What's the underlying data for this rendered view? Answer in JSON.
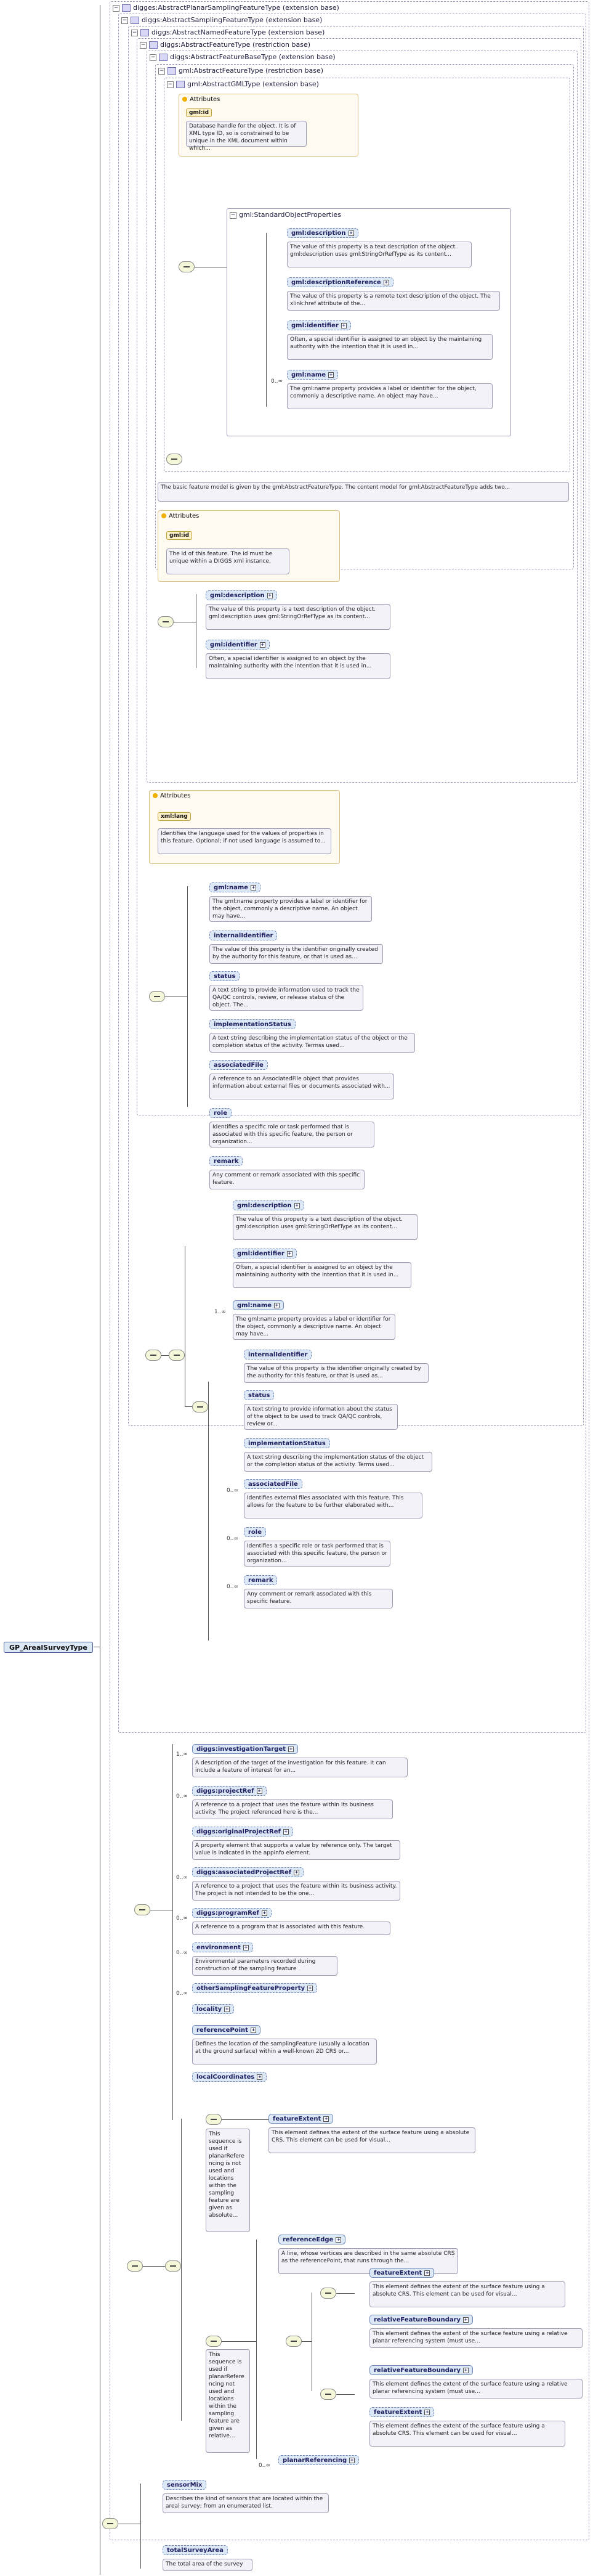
{
  "root": {
    "name": "GP_ArealSurveyType"
  },
  "containers": [
    "digges:AbstractPlanarSamplingFeatureType (extension base)",
    "diggs:AbstractSamplingFeatureType (extension base)",
    "diggs:AbstractNamedFeatureType (extension base)",
    "diggs:AbstractFeatureType (restriction base)",
    "diggs:AbstractFeatureBaseType (extension base)",
    "gml:AbstractFeatureType (restriction base)",
    "gml:AbstractGMLType (extension base)"
  ],
  "gml": {
    "attrs_label": "Attributes",
    "id": "gml:id",
    "id_desc": "Database handle for the object. It is of XML type ID, so is constrained to be unique in the XML document within which...",
    "group": "gml:StandardObjectProperties",
    "items": [
      {
        "name": "gml:description",
        "desc": "The value of this property is a text description of the object. gml:description uses gml:StringOrRefType as its content..."
      },
      {
        "name": "gml:descriptionReference",
        "desc": "The value of this property is a remote text description of the object. The xlink:href attribute of the..."
      },
      {
        "name": "gml:identifier",
        "desc": "Often, a special identifier is assigned to an object by the maintaining authority with the intention that it is used in..."
      },
      {
        "name": "gml:name",
        "mult": "0..∞",
        "desc": "The gml:name property provides a label or identifier for the object, commonly a descriptive name. An object may have..."
      }
    ]
  },
  "featurebase": {
    "desc": "The basic feature model is given by the gml:AbstractFeatureType. The content model for gml:AbstractFeatureType adds two...",
    "attrs_label": "Attributes",
    "id": "gml:id",
    "id_desc": "The id of this feature. The id must be unique within a DIGGS xml instance.",
    "items": [
      {
        "name": "gml:description",
        "desc": "The value of this property is a text description of the object. gml:description uses gml:StringOrRefType as its content..."
      },
      {
        "name": "gml:identifier",
        "desc": "Often, a special identifier is assigned to an object by the maintaining authority with the intention that it is used in..."
      }
    ]
  },
  "feature": {
    "attrs_label": "Attributes",
    "lang": "xml:lang",
    "lang_desc": "Identifies the language used for the values of properties in this feature. Optional; if not used language is assumed to...",
    "items": [
      {
        "name": "gml:name",
        "desc": "The gml:name property provides a label or identifier for the object, commonly a descriptive name. An object may have..."
      },
      {
        "name": "internalIdentifier",
        "desc": "The value of this property is the identifier originally created by the authority for this feature, or that is used as..."
      },
      {
        "name": "status",
        "desc": "A text string to provide information used to track the QA/QC controls, review, or release status of the object. The..."
      },
      {
        "name": "implementationStatus",
        "desc": "A text string describing the implementation status of the object or the completion status of the activity. Termss used..."
      },
      {
        "name": "associatedFile",
        "desc": "A reference to an AssociatedFile object that provides information about external files or documents associated with..."
      },
      {
        "name": "role",
        "desc": "Identifies a specific role or task performed that is associated with this specific feature, the person or organization..."
      },
      {
        "name": "remark",
        "desc": "Any comment or remark associated with this specific feature."
      }
    ]
  },
  "named": {
    "items": [
      {
        "name": "gml:description",
        "desc": "The value of this property is a text description of the object. gml:description uses gml:StringOrRefType as its content..."
      },
      {
        "name": "gml:identifier",
        "desc": "Often, a special identifier is assigned to an object by the maintaining authority with the intention that it is used in..."
      },
      {
        "name": "gml:name",
        "mult": "1..∞",
        "desc": "The gml:name property provides a label or identifier for the object, commonly a descriptive name. An object may have..."
      },
      {
        "name": "internalIdentifier",
        "desc": "The value of this property is the identifier originally created by the authority for this feature, or that is used as..."
      },
      {
        "name": "status",
        "desc": "A text string to provide information about the status of the object to be used to track QA/QC controls, review or..."
      },
      {
        "name": "implementationStatus",
        "desc": "A text string describing the implementation status of the object or the completion status of the activity. Terms used..."
      },
      {
        "name": "associatedFile",
        "mult": "0..∞",
        "desc": "Identifies external files associated with this feature. This allows for the feature to be further elaborated with..."
      },
      {
        "name": "role",
        "mult": "0..∞",
        "desc": "Identifies a specific role or task performed that is associated with this specific feature, the person or organization..."
      },
      {
        "name": "remark",
        "mult": "0..∞",
        "desc": "Any comment or remark associated with this specific feature."
      }
    ]
  },
  "sampling": {
    "items": [
      {
        "name": "diggs:investigationTarget",
        "mult": "1..∞",
        "desc": "A description of the target of the investigation for this feature. It can include a feature of interest for an..."
      },
      {
        "name": "diggs:projectRef",
        "mult": "0..∞",
        "desc": "A reference to a project that uses the feature within its business activity. The project referenced here is the..."
      },
      {
        "name": "diggs:originalProjectRef",
        "desc": "A property element that supports a value by reference only. The target value is indicated in the appinfo element."
      },
      {
        "name": "diggs:associatedProjectRef",
        "mult": "0..∞",
        "desc": "A reference to a project that uses the feature within its business activity. The project is not intended to be the one..."
      },
      {
        "name": "diggs:programRef",
        "mult": "0..∞",
        "desc": "A reference to a program that is associated with this feature."
      },
      {
        "name": "environment",
        "mult": "0..∞",
        "desc": "Environmental parameters recorded during construction of the sampling feature"
      },
      {
        "name": "otherSamplingFeatureProperty",
        "mult": "0..∞",
        "desc": ""
      },
      {
        "name": "locality",
        "desc": ""
      },
      {
        "name": "referencePoint",
        "desc": "Defines the location of the samplingFeature (usually a location at the ground surface) within a well-known 2D CRS or..."
      },
      {
        "name": "localCoordinates",
        "desc": ""
      }
    ]
  },
  "planar": {
    "seq1_desc": "This sequence is used if planarRefere ncing is not used and locations within the sampling feature are given as absolute...",
    "seq2_desc": "This sequence is used if planarRefere ncing not used and locations within the sampling feature are given as relative...",
    "featureExtent": {
      "name": "featureExtent",
      "desc": "This element defines the extent of the surface feature using a absolute CRS. This element can be used for visual..."
    },
    "referenceEdge": {
      "name": "referenceEdge",
      "desc": "A line, whose vertices are described in the same absolute CRS as the referencePoint, that runs through the..."
    },
    "seq2_items": [
      {
        "name": "featureExtent",
        "desc": "This element defines the extent of the surface feature using a absolute CRS. This element can be used for visual..."
      },
      {
        "name": "relativeFeatureBoundary",
        "desc": "This element defines the extent of the surface feature using a relative planar referencing system (must use..."
      },
      {
        "name": "relativeFeatureBoundary",
        "desc": "This element defines the extent of the surface feature using a relative planar referencing system (must use..."
      },
      {
        "name": "featureExtent",
        "desc": "This element defines the extent of the surface feature using a absolute CRS. This element can be used for visual..."
      }
    ],
    "planarReferencing": {
      "name": "planarReferencing",
      "mult": "0..∞"
    }
  },
  "areal": {
    "items": [
      {
        "name": "sensorMix",
        "desc": "Describes the kind of sensors that are located within the areal survey; from an enumerated list."
      },
      {
        "name": "totalSurveyArea",
        "desc": "The total area of the survey"
      }
    ]
  }
}
